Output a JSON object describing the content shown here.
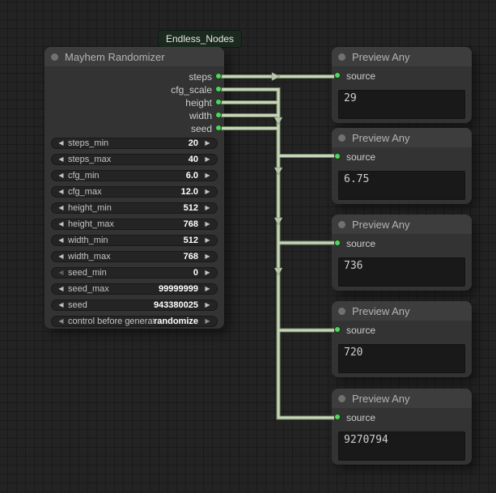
{
  "badge": {
    "label": "Endless_Nodes"
  },
  "icons": {
    "left_arrow": "◀",
    "right_arrow": "▶"
  },
  "colors": {
    "slot_green": "#54d35e",
    "wire": "#c8d3bd",
    "badge_bg": "#1b2a1f",
    "node_bg": "#333333",
    "node_header_bg": "#3d3d3d",
    "canvas_bg": "#232323"
  },
  "randomizer_node": {
    "title": "Mayhem Randomizer",
    "outputs": [
      {
        "label": "steps"
      },
      {
        "label": "cfg_scale"
      },
      {
        "label": "height"
      },
      {
        "label": "width"
      },
      {
        "label": "seed"
      }
    ],
    "widgets": [
      {
        "label": "steps_min",
        "value": "20"
      },
      {
        "label": "steps_max",
        "value": "40"
      },
      {
        "label": "cfg_min",
        "value": "6.0"
      },
      {
        "label": "cfg_max",
        "value": "12.0"
      },
      {
        "label": "height_min",
        "value": "512"
      },
      {
        "label": "height_max",
        "value": "768"
      },
      {
        "label": "width_min",
        "value": "512"
      },
      {
        "label": "width_max",
        "value": "768"
      },
      {
        "label": "seed_min",
        "value": "0"
      },
      {
        "label": "seed_max",
        "value": "99999999"
      },
      {
        "label": "seed",
        "value": "943380025"
      },
      {
        "label": "control before generate",
        "value": "randomize"
      }
    ]
  },
  "preview_nodes": [
    {
      "title": "Preview Any",
      "input_label": "source",
      "value": "29"
    },
    {
      "title": "Preview Any",
      "input_label": "source",
      "value": "6.75"
    },
    {
      "title": "Preview Any",
      "input_label": "source",
      "value": "736"
    },
    {
      "title": "Preview Any",
      "input_label": "source",
      "value": "720"
    },
    {
      "title": "Preview Any",
      "input_label": "source",
      "value": "9270794"
    }
  ],
  "links": [
    {
      "from": "steps",
      "to_preview": 0
    },
    {
      "from": "cfg_scale",
      "to_preview": 1
    },
    {
      "from": "height",
      "to_preview": 2
    },
    {
      "from": "width",
      "to_preview": 3
    },
    {
      "from": "seed",
      "to_preview": 4
    }
  ]
}
